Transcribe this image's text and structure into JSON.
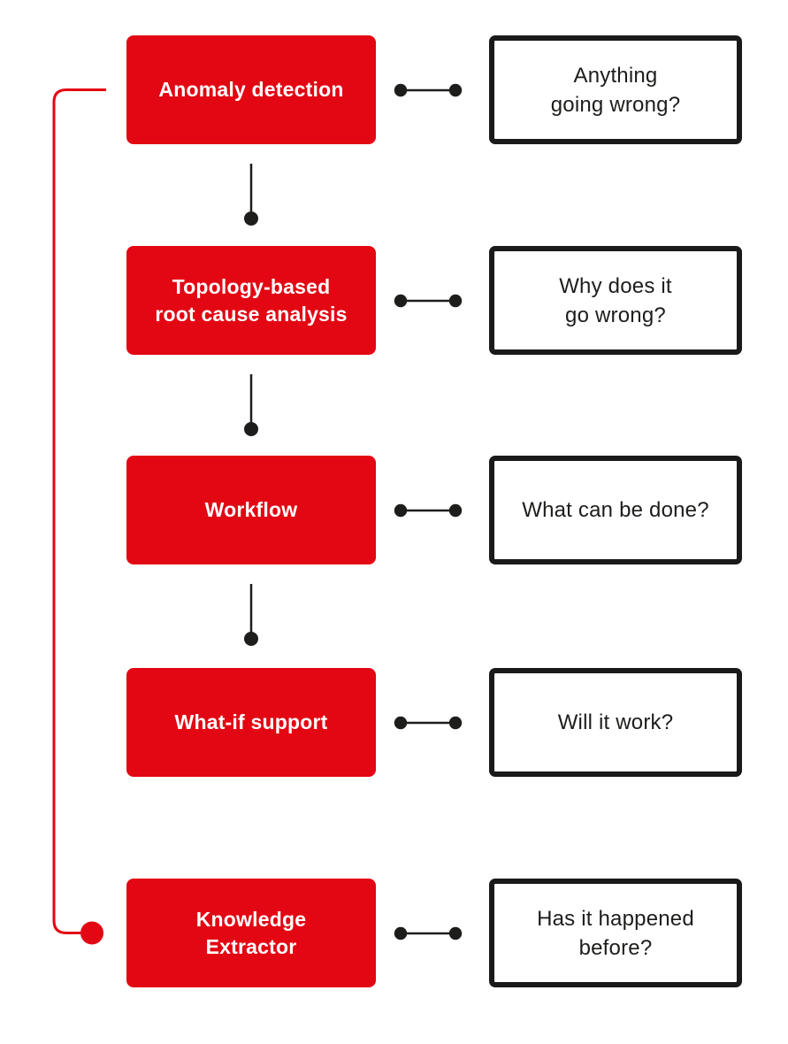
{
  "diagram": {
    "colors": {
      "accent_red": "#e30613",
      "ink_black": "#1d1d1b",
      "box_border": "#1a1a1a",
      "white": "#ffffff"
    },
    "rows": [
      {
        "module": "Anomaly detection",
        "question": "Anything\ngoing wrong?"
      },
      {
        "module": "Topology-based\nroot cause analysis",
        "question": "Why does it\ngo wrong?"
      },
      {
        "module": "Workflow",
        "question": "What can be done?"
      },
      {
        "module": "What-if support",
        "question": "Will it work?"
      },
      {
        "module": "Knowledge\nExtractor",
        "question": "Has it happened\nbefore?"
      }
    ],
    "connectors": {
      "link_icon": "dumbbell-link-icon",
      "flow_icon": "flow-down-connector-icon",
      "feedback_loop": "knowledge-extractor-to-anomaly-detection-loop"
    }
  }
}
